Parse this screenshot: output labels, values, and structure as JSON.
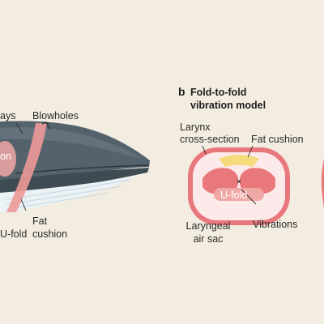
{
  "panel_b": {
    "letter": "b",
    "title_line1": "Fold-to-fold",
    "title_line2": "vibration model"
  },
  "whale_labels": {
    "airways": "ays",
    "blowholes": "Blowholes",
    "larynx_partial": "on",
    "fat_cushion_line1": "Fat",
    "fat_cushion_line2": "cushion",
    "ufold_partial": "U-fold"
  },
  "larynx_labels": {
    "cross_section_line1": "Larynx",
    "cross_section_line2": "cross-section",
    "fat_cushion": "Fat cushion",
    "ufold": "U-fold",
    "laryngeal_line1": "Laryngeal",
    "laryngeal_line2": "air sac",
    "vibrations": "Vibrations"
  },
  "colors": {
    "background": "#f3ece0",
    "whale_body": "#54626c",
    "whale_belly": "#eaf2f5",
    "airway_pink": "#ec9a98",
    "tissue_red": "#e9787c",
    "fat_yellow": "#f5db7b"
  }
}
